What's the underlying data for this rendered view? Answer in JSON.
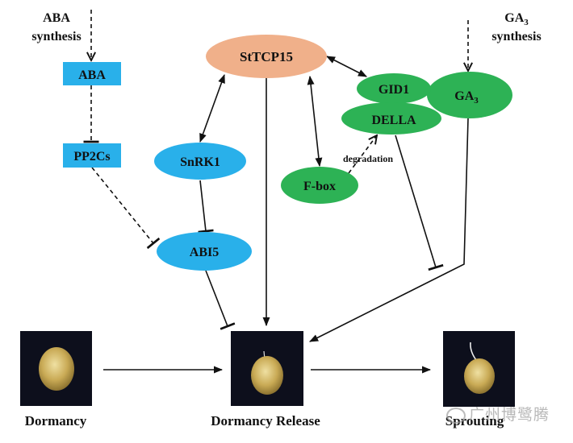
{
  "diagram": {
    "aba_synthesis": [
      "ABA",
      "synthesis"
    ],
    "ga3_synthesis": {
      "main": "GA",
      "sub": "3",
      "line2": "synthesis"
    },
    "nodes": {
      "aba": "ABA",
      "pp2cs": "PP2Cs",
      "sttcp15": "StTCP15",
      "snrk1": "SnRK1",
      "abi5": "ABI5",
      "fbox": "F-box",
      "gid1": "GID1",
      "della": "DELLA",
      "ga3": {
        "main": "GA",
        "sub": "3"
      }
    },
    "edge_label_degradation": "degradation",
    "stages": [
      "Dormancy",
      "Dormancy Release",
      "Sprouting"
    ],
    "colors": {
      "blue": "#29b0ea",
      "orange": "#f0b08a",
      "green": "#2db255",
      "photo_bg": "#0d0f1c",
      "tuber": "#c9aa55"
    }
  },
  "watermark": "广州博鹭腾"
}
